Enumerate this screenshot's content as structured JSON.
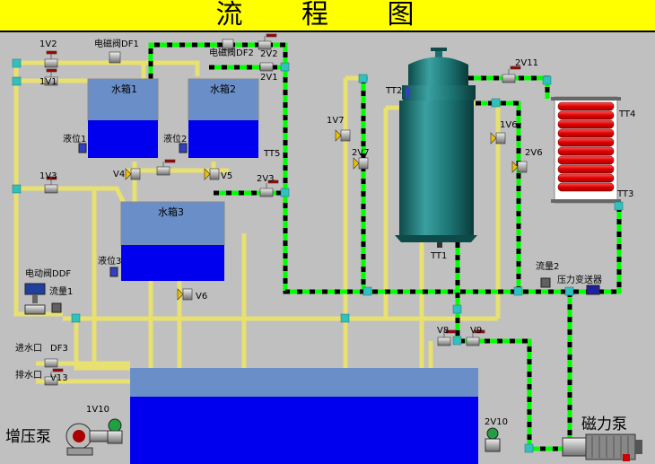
{
  "title": "流 程 图",
  "tanks": {
    "tank1": "水箱1",
    "tank2": "水箱2",
    "tank3": "水箱3"
  },
  "valves": {
    "v1v2": "1V2",
    "v1v1": "1V1",
    "v1v3": "1V3",
    "v2v2": "2V2",
    "v2v1": "2V1",
    "v2v3": "2V3",
    "v4": "V4",
    "v5": "V5",
    "v6": "V6",
    "v1v7": "1V7",
    "v2v7": "2V7",
    "v1v6": "1V6",
    "v2v6": "2V6",
    "v2v11": "2V11",
    "v8": "V8",
    "v9": "V9",
    "v13": "V13",
    "v1v10": "1V10",
    "v2v10": "2V10"
  },
  "solenoids": {
    "df1": "电磁阀DF1",
    "df2": "电磁阀DF2",
    "df3": "DF3"
  },
  "sensors": {
    "level1": "液位1",
    "level2": "液位2",
    "level3": "液位3",
    "flow1": "流量1",
    "flow2": "流量2",
    "pressure": "压力变送器",
    "tt1": "TT1",
    "tt2": "TT2",
    "tt3": "TT3",
    "tt4": "TT4",
    "tt5": "TT5"
  },
  "equipment": {
    "electric_valve": "电动阀DDF",
    "inlet": "进水口",
    "outlet": "排水口",
    "booster_pump": "增压泵",
    "mag_pump": "磁力泵"
  },
  "colors": {
    "yellow_pipe": "#e8e070",
    "green_pipe": "#00ff00",
    "water": "#0000ee",
    "tank_top": "#6a8fc8",
    "reactor": "#1a7070",
    "coil": "#ee1111"
  }
}
